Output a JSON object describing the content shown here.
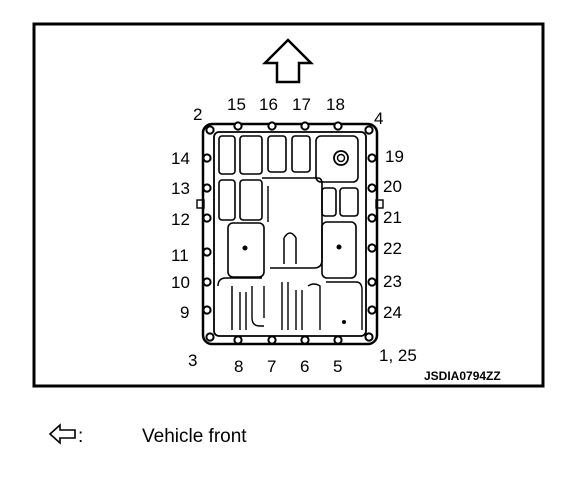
{
  "diagram": {
    "bolt_numbers": [
      "1, 25",
      "2",
      "3",
      "4",
      "5",
      "6",
      "7",
      "8",
      "9",
      "10",
      "11",
      "12",
      "13",
      "14",
      "15",
      "16",
      "17",
      "18",
      "19",
      "20",
      "21",
      "22",
      "23",
      "24"
    ],
    "figure_code": "JSDIA0794ZZ",
    "direction_arrow_icon": "up-arrow-icon"
  },
  "legend": {
    "symbol_icon": "left-arrow-icon",
    "separator": ":",
    "text": "Vehicle front"
  }
}
